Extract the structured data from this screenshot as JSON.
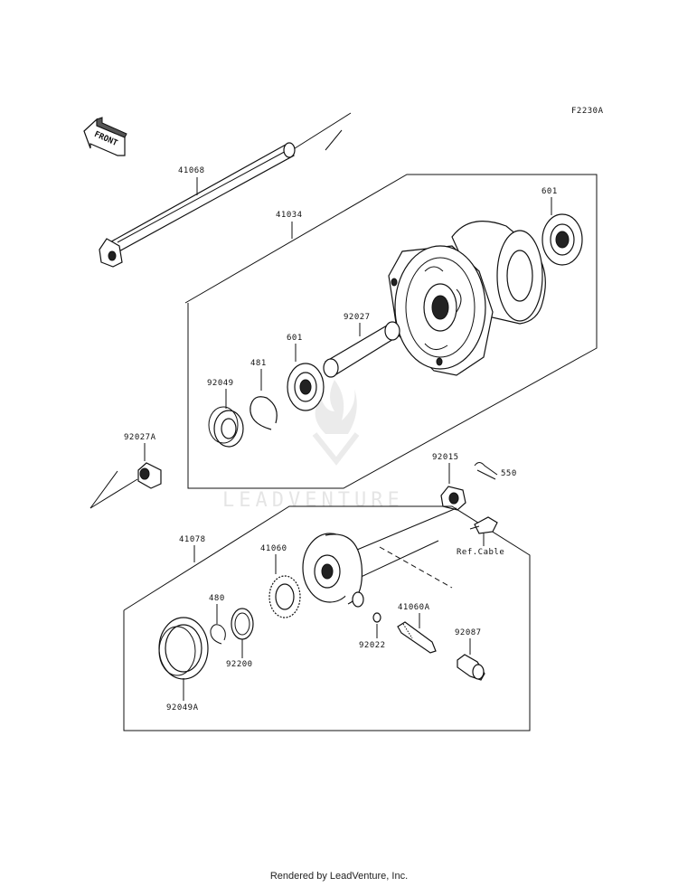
{
  "diagram_code": "F2230A",
  "front_label": "FRONT",
  "watermark": "LEADVENTURE",
  "footer": "Rendered by LeadVenture, Inc.",
  "parts": {
    "axle": "41068",
    "hub_group": "41034",
    "bearing_right": "601",
    "bearing_left": "601",
    "spacer": "92027",
    "circlip": "481",
    "oil_seal": "92049",
    "collar": "92027A",
    "cotter_pin_ref": "92015",
    "cotter_pin": "550",
    "ref_cable": "Ref.Cable",
    "meter_gear_group": "41078",
    "meter_gear": "41060",
    "circlip_480": "480",
    "washer": "92200",
    "oil_seal_large": "92049A",
    "washer_small": "92022",
    "pinion": "41060A",
    "bushing": "92087"
  }
}
